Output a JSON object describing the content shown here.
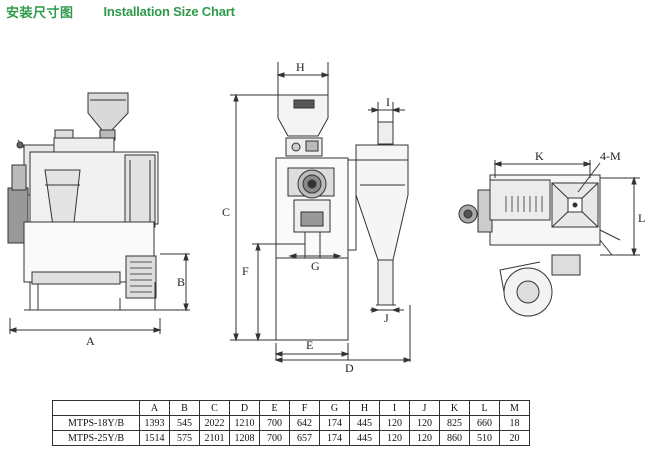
{
  "header": {
    "title_zh": "安装尺寸图",
    "title_en": "Installation Size Chart"
  },
  "dimension_labels": [
    "A",
    "B",
    "C",
    "D",
    "E",
    "F",
    "G",
    "H",
    "I",
    "J",
    "K",
    "4-M",
    "L"
  ],
  "spec_table": {
    "columns": [
      "A",
      "B",
      "C",
      "D",
      "E",
      "F",
      "G",
      "H",
      "I",
      "J",
      "K",
      "L",
      "M"
    ],
    "rows": [
      {
        "model": "MTPS-18Y/B",
        "values": [
          "1393",
          "545",
          "2022",
          "1210",
          "700",
          "642",
          "174",
          "445",
          "120",
          "120",
          "825",
          "660",
          "18"
        ]
      },
      {
        "model": "MTPS-25Y/B",
        "values": [
          "1514",
          "575",
          "2101",
          "1208",
          "700",
          "657",
          "174",
          "445",
          "120",
          "120",
          "860",
          "510",
          "20"
        ]
      }
    ]
  },
  "colors": {
    "header_green": "#2f9a4a",
    "line": "#333333"
  }
}
